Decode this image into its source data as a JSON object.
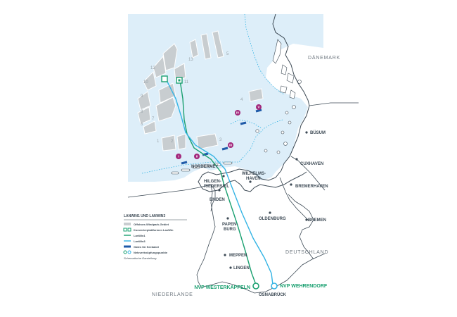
{
  "countries": {
    "denmark": "DÄNEMARK",
    "germany": "DEUTSCHLAND",
    "netherlands": "NIEDERLANDE"
  },
  "places": [
    {
      "id": "buesum",
      "name": "BÜSUM"
    },
    {
      "id": "cuxhaven",
      "name": "CUXHAVEN"
    },
    {
      "id": "norderney",
      "name": "NORDERNEY"
    },
    {
      "id": "hilgenriedersiel_1",
      "name": "HILGEN-"
    },
    {
      "id": "hilgenriedersiel_2",
      "name": "RIEDERSIEL"
    },
    {
      "id": "wilhelmshaven_1",
      "name": "WILHELMS-"
    },
    {
      "id": "wilhelmshaven_2",
      "name": "HAVEN"
    },
    {
      "id": "bremerhaven",
      "name": "BREMERHAVEN"
    },
    {
      "id": "emden",
      "name": "EMDEN"
    },
    {
      "id": "oldenburg",
      "name": "OLDENBURG"
    },
    {
      "id": "bremen",
      "name": "BREMEN"
    },
    {
      "id": "papenburg_1",
      "name": "PAPEN-"
    },
    {
      "id": "papenburg_2",
      "name": "BURG"
    },
    {
      "id": "meppen",
      "name": "MEPPEN"
    },
    {
      "id": "lingen",
      "name": "LINGEN"
    },
    {
      "id": "osnabrueck",
      "name": "OSNABRÜCK"
    }
  ],
  "nvp": {
    "westerkappeln": "NVP WESTERKAPPELN",
    "wehrendorf": "NVP WEHRENDORF"
  },
  "area_numbers": [
    "1",
    "2",
    "3",
    "4",
    "5",
    "6",
    "7",
    "8",
    "9",
    "10",
    "11",
    "12",
    "13"
  ],
  "sea_markers": [
    "I",
    "II",
    "III",
    "IV",
    "V"
  ],
  "legend": {
    "title": "LANWIN1 UND LANWIN3",
    "items": [
      {
        "key": "offshore_area",
        "label": "Offshore-Windpark-Gebiet"
      },
      {
        "key": "converter",
        "label": "Konverterplattformen LanWin"
      },
      {
        "key": "lanwin1",
        "label": "LanWin1"
      },
      {
        "key": "lanwin3",
        "label": "LanWin3"
      },
      {
        "key": "gates",
        "label": "Gates für Seekabel"
      },
      {
        "key": "grid_points",
        "label": "Netzverknüpfungspunkte"
      }
    ],
    "note": "Schematische Darstellung"
  },
  "colors": {
    "sea": "#ddeef9",
    "land": "#ffffff",
    "coast": "#3d4a55",
    "area": "#c8cdd0",
    "lanwin1": "#1aa070",
    "lanwin3": "#34b4e4",
    "gate": "#1f5aa8",
    "marker": "#a3297c",
    "dotted": "#34b4e4"
  }
}
